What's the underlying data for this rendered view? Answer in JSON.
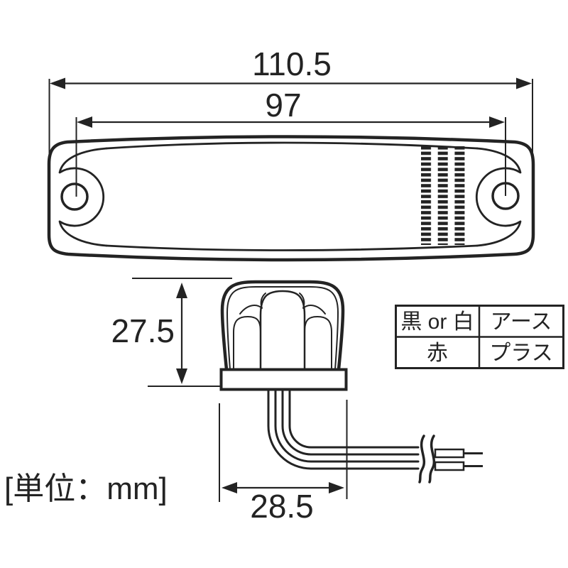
{
  "unit_label": "[単位：mm]",
  "dimensions": {
    "overall_width": "110.5",
    "hole_pitch": "97",
    "body_height": "27.5",
    "base_width": "28.5"
  },
  "wiring_table": {
    "cells": [
      [
        "黒 or 白",
        "アース"
      ],
      [
        "赤",
        "プラス"
      ]
    ]
  },
  "colors": {
    "ink": "#232323",
    "background": "#ffffff",
    "base_gray_top": "#9d9d9d",
    "base_gray_mid": "#c6c6c6",
    "base_gray_bottom": "#e2e2e2"
  }
}
